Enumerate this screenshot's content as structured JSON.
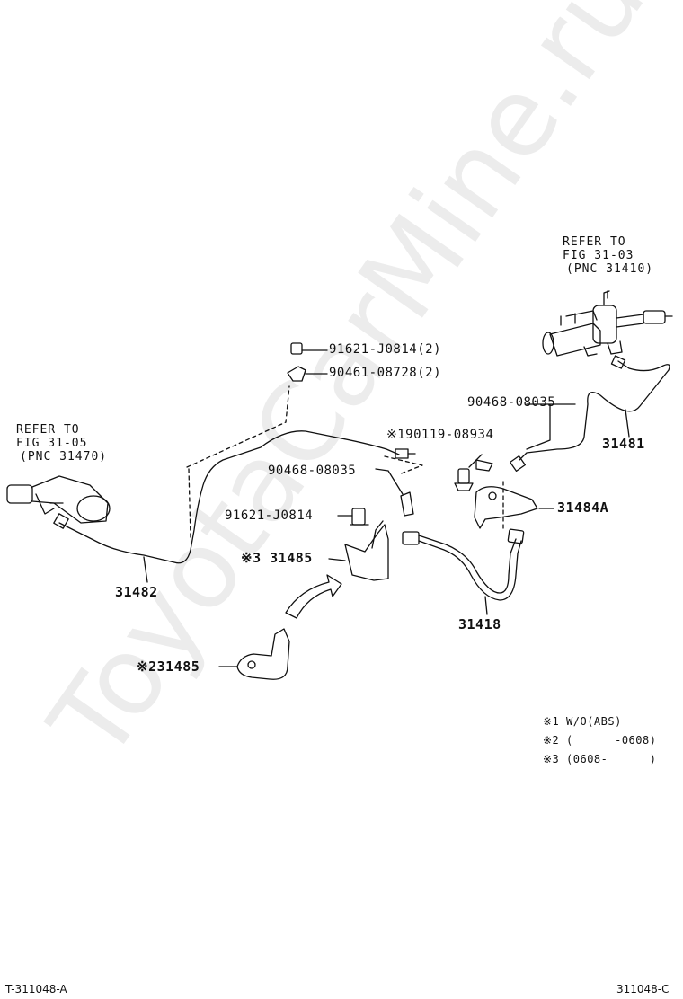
{
  "watermark": "ToyotaCarMine.ru",
  "refs": {
    "top_right": [
      "REFER TO",
      "FIG 31-03",
      "(PNC 31410)"
    ],
    "left": [
      "REFER TO",
      "FIG 31-05",
      "(PNC 31470)"
    ]
  },
  "parts": {
    "bolt_top": "91621-J0814(2)",
    "clip_top": "90461-08728(2)",
    "clip_right": "90468-08035",
    "bleeder": "※190119-08934",
    "clip_mid": "90468-08035",
    "bolt_mid": "91621-J0814",
    "bracket_31485_a": "※3 31485",
    "bracket_31485_b": "※231485",
    "pn_31481": "31481",
    "pn_31484A": "31484A",
    "pn_31482": "31482",
    "pn_31418": "31418"
  },
  "notes": [
    {
      "mark": "※1",
      "text": "W/O(ABS)"
    },
    {
      "mark": "※2",
      "text": "(      -0608)"
    },
    {
      "mark": "※3",
      "text": "(0608-      )"
    }
  ],
  "codes": {
    "left": "T-311048-A",
    "right": "311048-C"
  }
}
